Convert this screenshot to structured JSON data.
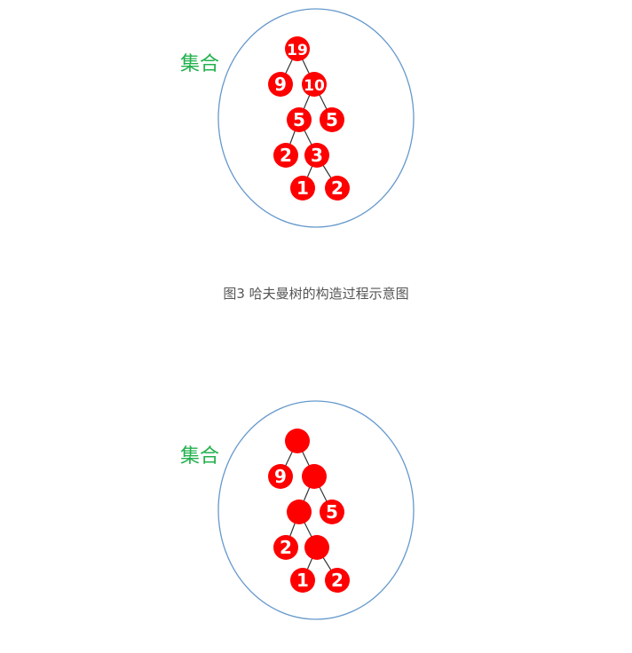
{
  "figure1": {
    "set_label": "集合",
    "nodes": [
      "19",
      "9",
      "10",
      "5",
      "5",
      "2",
      "3",
      "1",
      "2"
    ]
  },
  "caption": "图3 哈夫曼树的构造过程示意图",
  "figure2": {
    "set_label": "集合",
    "nodes": [
      "",
      "9",
      "",
      "",
      "5",
      "2",
      "",
      "1",
      "2"
    ]
  },
  "colors": {
    "node_fill": "#ff0000",
    "node_text": "#ffffff",
    "ellipse_stroke": "#6699cc",
    "set_label": "#22b14c",
    "edge": "#333333"
  }
}
